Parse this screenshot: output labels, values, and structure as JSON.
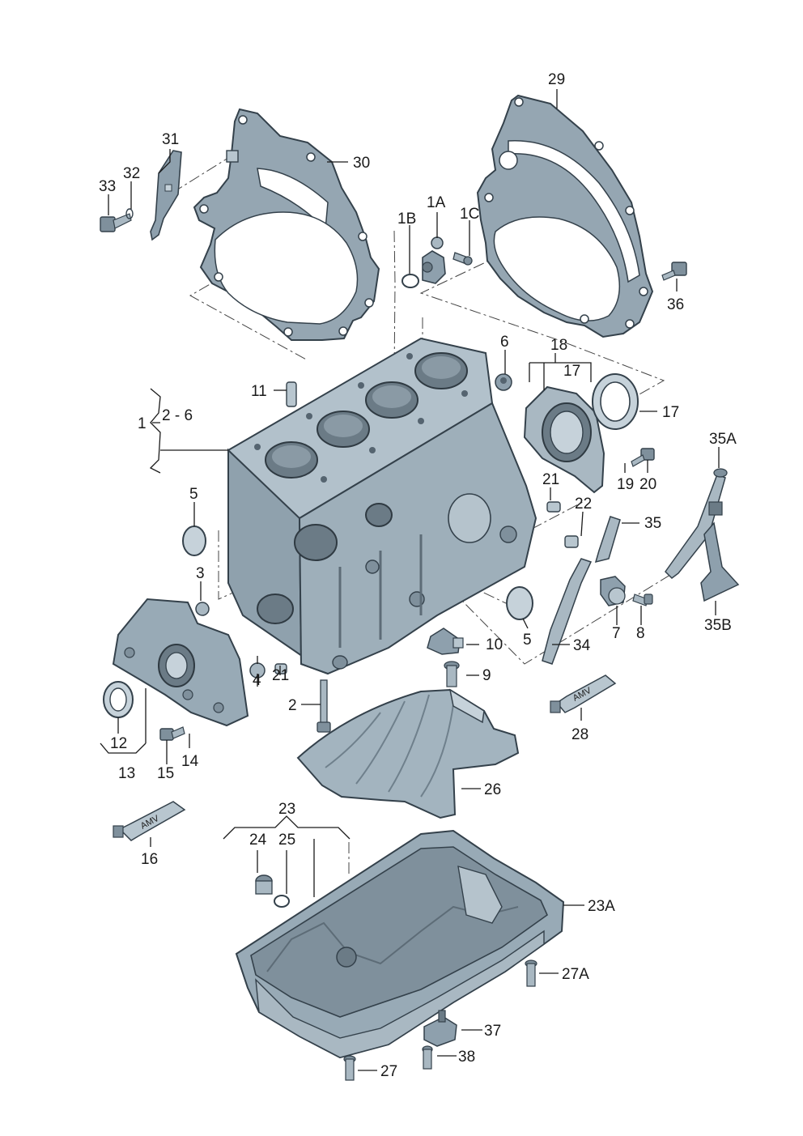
{
  "labels": {
    "l1": "1",
    "l2_6": "2 - 6",
    "l1A": "1A",
    "l1B": "1B",
    "l1C": "1C",
    "l2": "2",
    "l3": "3",
    "l4": "4",
    "l5a": "5",
    "l5b": "5",
    "l6": "6",
    "l7": "7",
    "l8": "8",
    "l9": "9",
    "l10": "10",
    "l11": "11",
    "l12": "12",
    "l13": "13",
    "l14": "14",
    "l15": "15",
    "l16": "16",
    "l17a": "17",
    "l17b": "17",
    "l18": "18",
    "l19": "19",
    "l20": "20",
    "l21a": "21",
    "l21b": "21",
    "l22": "22",
    "l23": "23",
    "l23A": "23A",
    "l24": "24",
    "l25": "25",
    "l26": "26",
    "l27": "27",
    "l27A": "27A",
    "l28": "28",
    "l29": "29",
    "l30": "30",
    "l31": "31",
    "l32": "32",
    "l33": "33",
    "l34": "34",
    "l35": "35",
    "l35A": "35A",
    "l35B": "35B",
    "l36": "36",
    "l37": "37",
    "l38": "38"
  },
  "tube_text": {
    "t16": "AMV",
    "t28": "AMV"
  }
}
